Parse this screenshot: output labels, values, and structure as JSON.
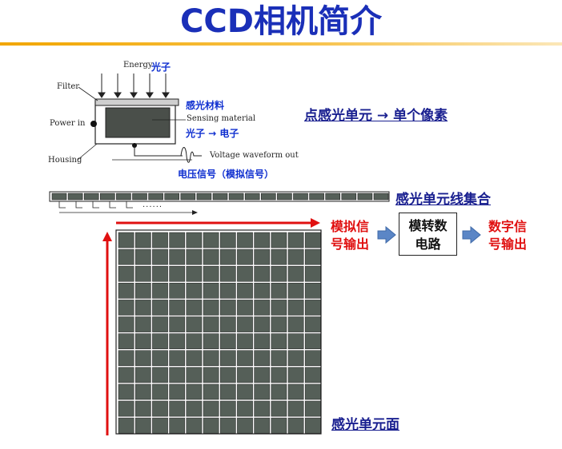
{
  "title": "CCD相机简介",
  "sensor_diagram": {
    "energy_label": "Energy",
    "photon_label": "光子",
    "filter_label": "Filter",
    "power_label": "Power in",
    "housing_label": "Housing",
    "sensing_cn": "感光材料",
    "sensing_en": "Sensing material",
    "photon_to_electron": "光子 → 电子",
    "voltage_label": "Voltage waveform out",
    "voltage_cn": "电压信号（模拟信号）"
  },
  "point_element_label": "点感光单元 → 单个像素",
  "line_array_label": "感光单元线集合",
  "line_array_dots": "......",
  "analog_output_label": "模拟信\n号输出",
  "adc_label": "模转数\n电路",
  "digital_output_label": "数字信\n号输出",
  "area_array_label": "感光单元面",
  "colors": {
    "title": "#1a2fb8",
    "accent_blue": "#1030d0",
    "red": "#e01010",
    "cell_fill": "#555f58",
    "arrow_blue": "#5b86c6"
  },
  "icons": [
    "down-arrow-icon",
    "right-arrow-icon",
    "up-arrow-icon",
    "waveform-icon"
  ]
}
